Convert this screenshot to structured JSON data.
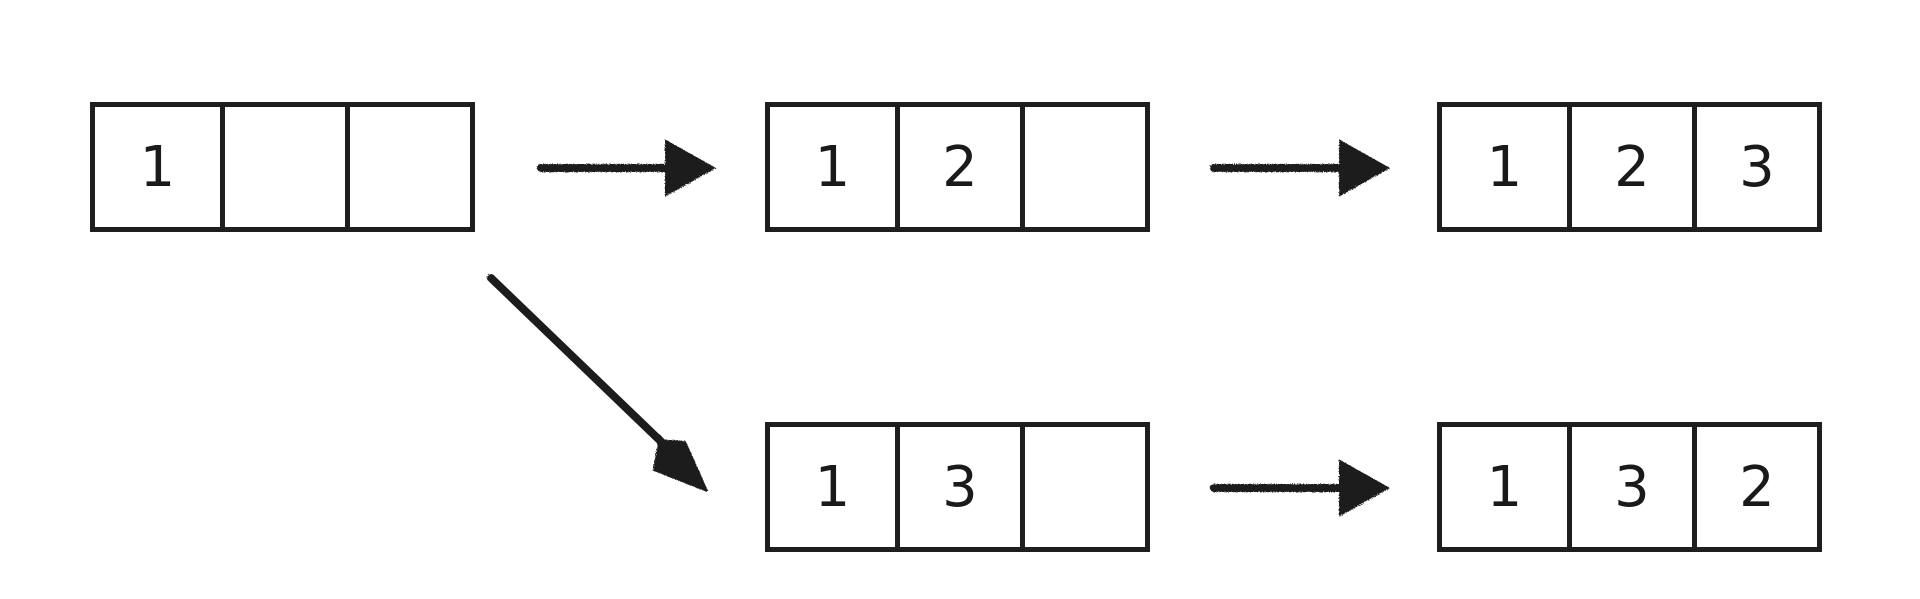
{
  "arrays": [
    {
      "id": "start",
      "cells": [
        "1",
        "",
        ""
      ]
    },
    {
      "id": "step-1-2",
      "cells": [
        "1",
        "2",
        ""
      ]
    },
    {
      "id": "step-1-2-3",
      "cells": [
        "1",
        "2",
        "3"
      ]
    },
    {
      "id": "step-1-3",
      "cells": [
        "1",
        "3",
        ""
      ]
    },
    {
      "id": "step-1-3-2",
      "cells": [
        "1",
        "3",
        "2"
      ]
    }
  ],
  "arrows": [
    {
      "from": "start",
      "to": "step-1-2"
    },
    {
      "from": "step-1-2",
      "to": "step-1-2-3"
    },
    {
      "from": "start",
      "to": "step-1-3"
    },
    {
      "from": "step-1-3",
      "to": "step-1-3-2"
    }
  ],
  "colors": {
    "ink": "#1e1e1e",
    "background": "#ffffff"
  }
}
